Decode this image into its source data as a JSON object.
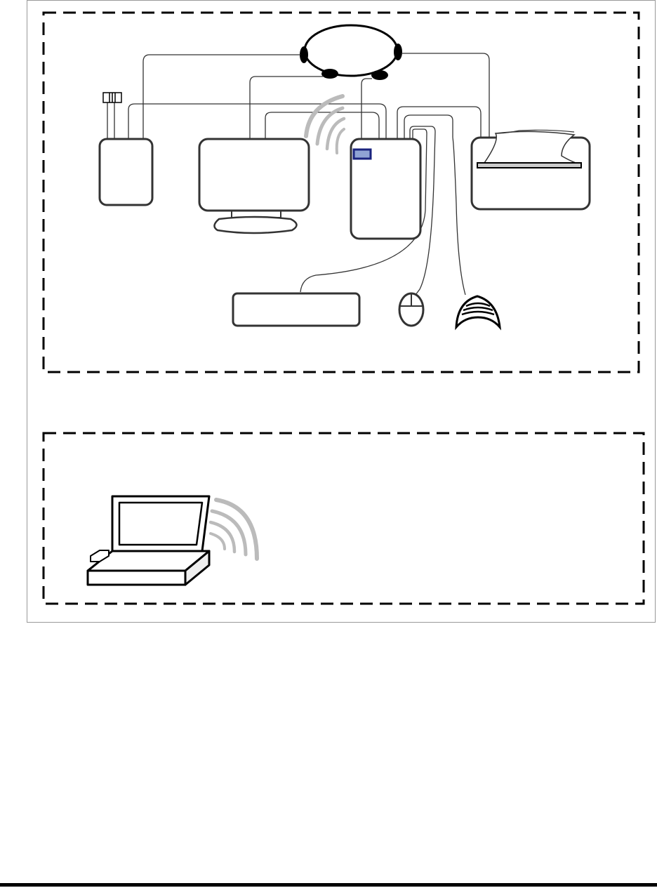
{
  "figure": {
    "panels": [
      {
        "id": "desktop-setup",
        "components": [
          "headset",
          "modem",
          "monitor",
          "computer-tower",
          "printer",
          "keyboard",
          "mouse",
          "gaming-controller"
        ],
        "wireless_signal": true
      },
      {
        "id": "laptop-setup",
        "components": [
          "laptop"
        ],
        "wireless_signal": true
      }
    ]
  },
  "colors": {
    "line": "#000000",
    "wire": "#333333",
    "wifi": "#bbbbbb",
    "wifi_adapter": "#1a237e",
    "wifi_adapter_fill": "#90a4d4",
    "frame": "#999999"
  }
}
